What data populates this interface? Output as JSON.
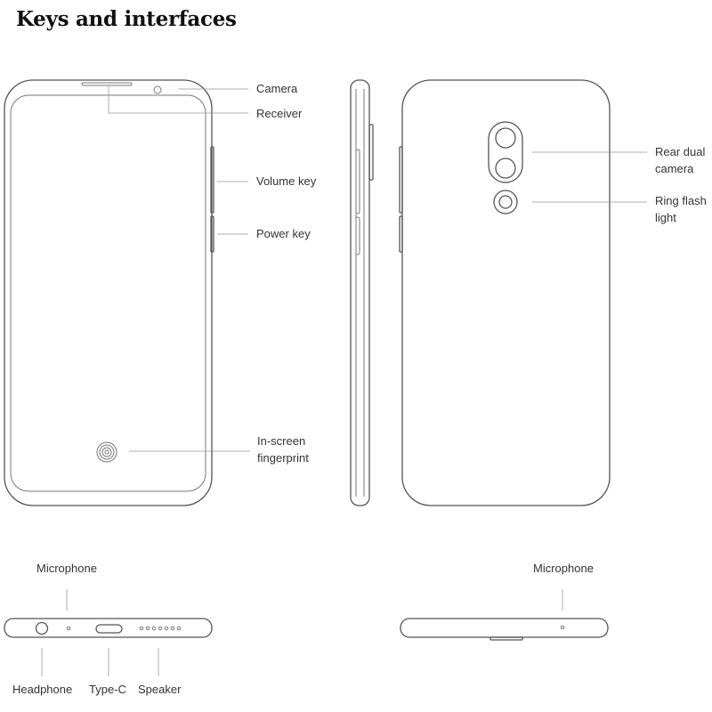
{
  "title": "Keys and interfaces",
  "labels": {
    "camera": "Camera",
    "receiver": "Receiver",
    "volume_key": "Volume key",
    "power_key": "Power key",
    "in_screen_fingerprint_line1": "In-screen",
    "in_screen_fingerprint_line2": "fingerprint",
    "rear_dual_camera_line1": "Rear dual",
    "rear_dual_camera_line2": "camera",
    "ring_flash_light_line1": "Ring flash",
    "ring_flash_light_line2": "light",
    "microphone_bottom": "Microphone",
    "microphone_top": "Microphone",
    "headphone": "Headphone",
    "type_c": "Type-C",
    "speaker": "Speaker"
  }
}
